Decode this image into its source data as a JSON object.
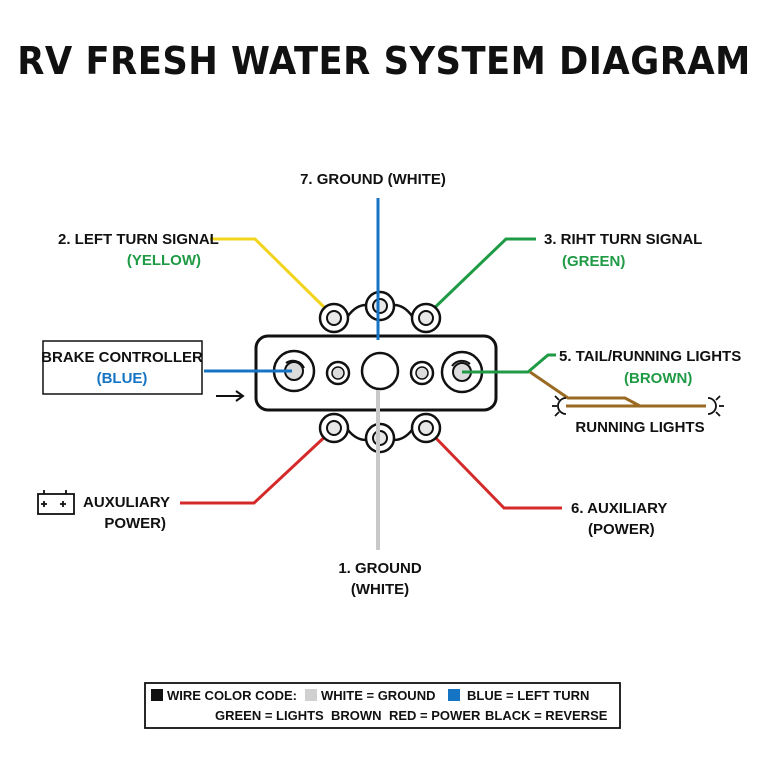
{
  "title": "RV FRESH WATER SYSTEM DIAGRAM",
  "colors": {
    "yellow": "#f2d41d",
    "green": "#1f9a45",
    "blue": "#1574c4",
    "brown": "#9a6a23",
    "red": "#d42a2a",
    "white_wire": "#c8c8c8",
    "ink": "#111111"
  },
  "labels": {
    "pin7": "7. GROUND (WHITE)",
    "pin2": "2. LEFT TURN SIGNAL",
    "pin2_color": "(YELLOW)",
    "pin3": "3. RIHT TURN SIGNAL",
    "pin3_color": "(GREEN)",
    "brake_controller": "BRAKE CONTROLLER",
    "brake_color": "(BLUE)",
    "pin5": "5. TAIL/RUNNING LIGHTS",
    "pin5_color": "(BROWN)",
    "running_lights": "RUNNING LIGHTS",
    "aux_left_1": "AUXULIARY",
    "aux_left_2": "POWER)",
    "pin6_1": "6. AUXILIARY",
    "pin6_2": "(POWER)",
    "pin1_1": "1. GROUND",
    "pin1_2": "(WHITE)"
  },
  "legend": {
    "title": "WIRE COLOR CODE:",
    "white": "WHITE = GROUND",
    "blue": "BLUE =  LEFT TURN",
    "green": "GREEN = LIGHTS",
    "brown": "BROWN",
    "red": "RED = POWER",
    "black": "BLACK = REVERSE"
  },
  "icons": [
    "battery-icon",
    "arrow-right-icon",
    "light-bulb-icon"
  ]
}
